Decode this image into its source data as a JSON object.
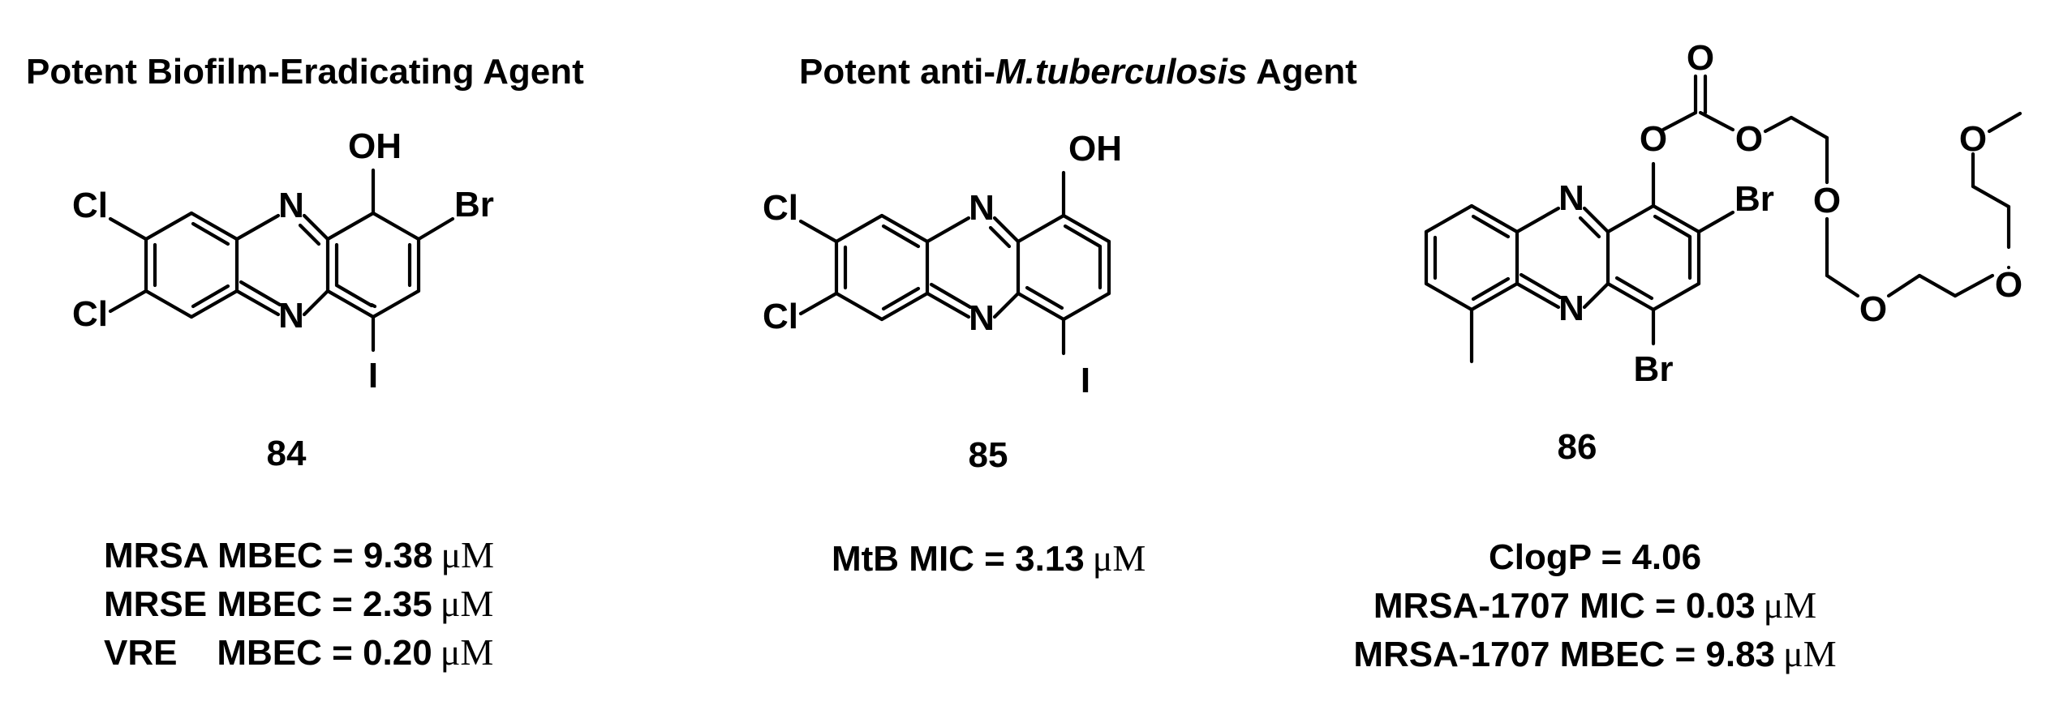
{
  "headings": {
    "left": "Potent Biofilm-Eradicating Agent",
    "middle_prefix": "Potent anti-",
    "middle_italic": "M.tuberculosis",
    "middle_suffix": " Agent"
  },
  "compounds": [
    {
      "id": "84",
      "atoms": {
        "oh": "OH",
        "cl1": "Cl",
        "cl2": "Cl",
        "n1": "N",
        "n2": "N",
        "br": "Br",
        "i": "I"
      },
      "properties": [
        {
          "label": "MRSA MBEC = 9.38",
          "unit": "μM"
        },
        {
          "label": "MRSE MBEC = 2.35",
          "unit": "μM"
        },
        {
          "label": "VRE    MBEC = 0.20",
          "unit": "μM"
        }
      ]
    },
    {
      "id": "85",
      "atoms": {
        "oh": "OH",
        "cl1": "Cl",
        "cl2": "Cl",
        "n1": "N",
        "n2": "N",
        "i": "I"
      },
      "properties": [
        {
          "label": "MtB MIC = 3.13",
          "unit": "μM"
        }
      ]
    },
    {
      "id": "86",
      "atoms": {
        "n1": "N",
        "n2": "N",
        "br1": "Br",
        "br2": "Br",
        "o_carbonyl": "O",
        "o_ester": "O",
        "o_carbonate": "O",
        "o_peg1": "O",
        "o_peg2": "O",
        "o_peg3": "O",
        "o_methoxy": "O"
      },
      "properties": [
        {
          "label": "ClogP = 4.06",
          "unit": ""
        },
        {
          "label": "MRSA-1707 MIC = 0.03",
          "unit": "μM"
        },
        {
          "label": "MRSA-1707 MBEC = 9.83",
          "unit": "μM"
        }
      ]
    }
  ]
}
